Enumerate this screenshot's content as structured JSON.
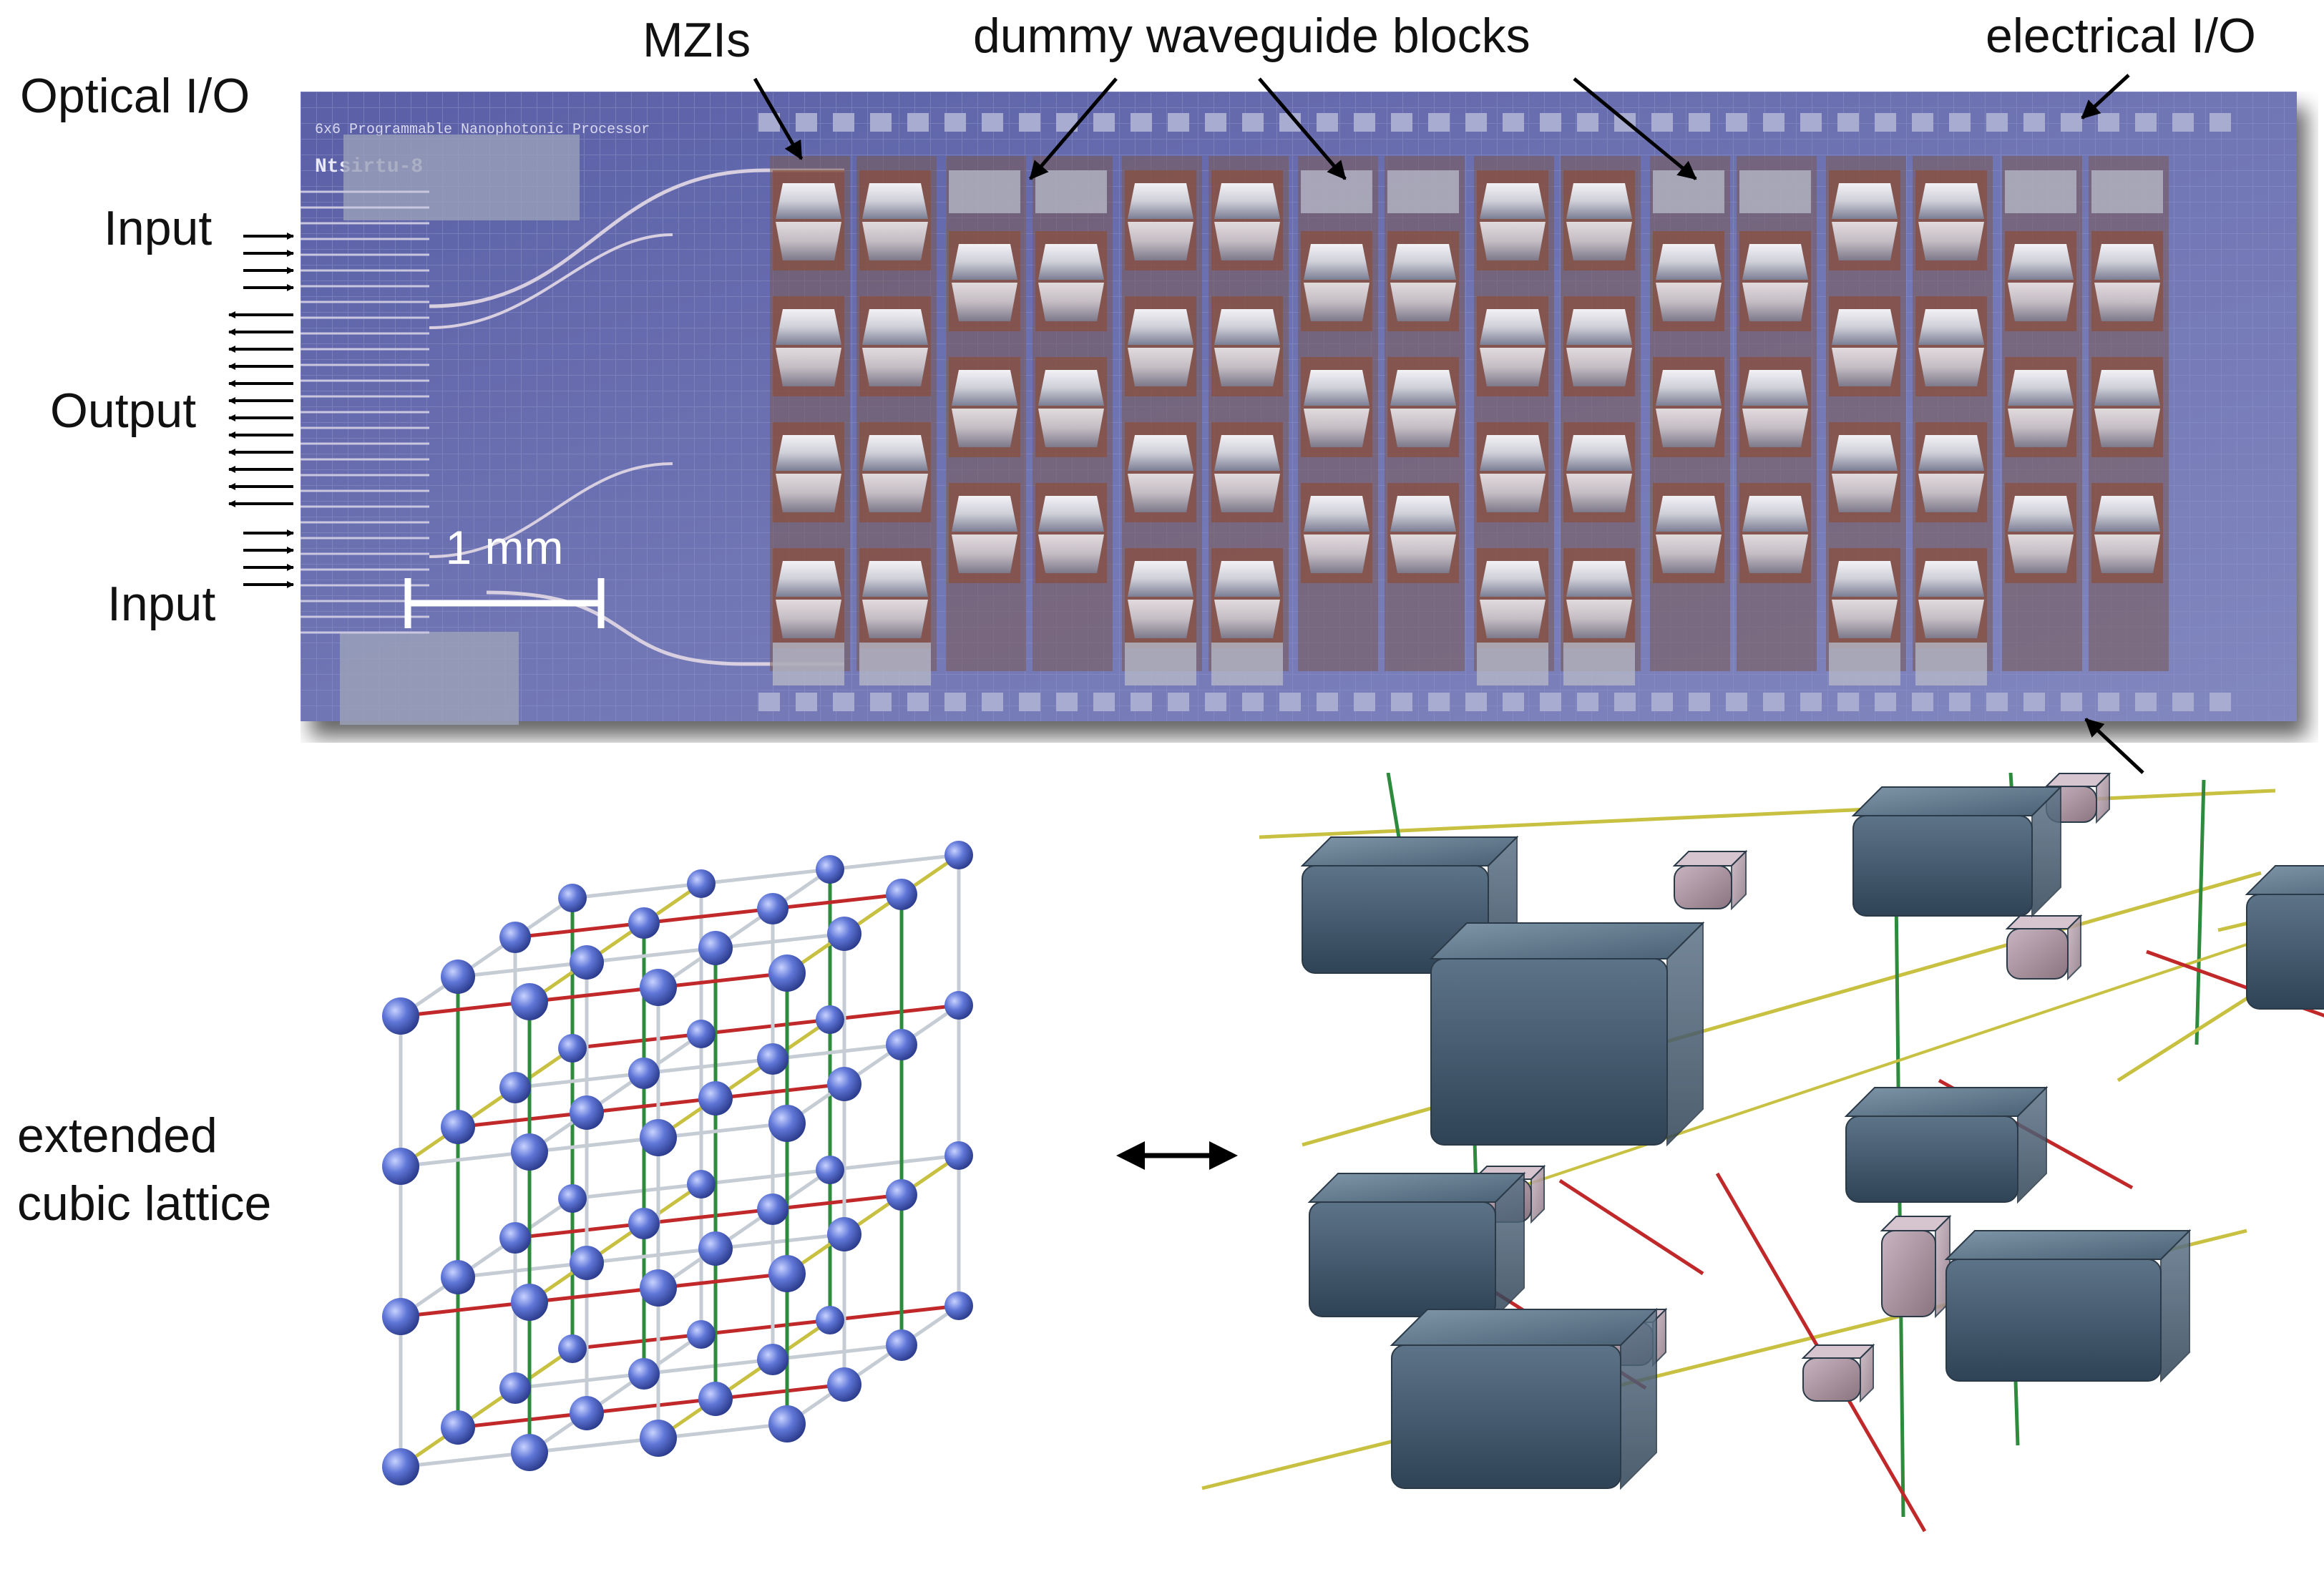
{
  "labels": {
    "optical_io": "Optical I/O",
    "mzis": "MZIs",
    "dummy_blocks": "dummy waveguide blocks",
    "electrical_io": "electrical I/O",
    "input_top": "Input",
    "output": "Output",
    "input_bottom": "Input",
    "scale_bar": "1 mm",
    "chip_engraving_1": "6x6 Programmable Nanophotonic Processor",
    "chip_engraving_2": "Ntsirtu-8",
    "lattice_caption_1": "extended",
    "lattice_caption_2": "cubic lattice"
  },
  "colors": {
    "chip_bg": "#6b70b0",
    "mzi_panel": "#8a5a48",
    "node_blue": "#4f64c8",
    "edge_red": "#c0282a",
    "edge_yellow": "#c8c040",
    "edge_green": "#2e8a3c",
    "block_steel": "#4d6478",
    "connector_mauve": "#a6909c"
  },
  "icons": {
    "double_arrow": "left-right-arrow-icon"
  }
}
